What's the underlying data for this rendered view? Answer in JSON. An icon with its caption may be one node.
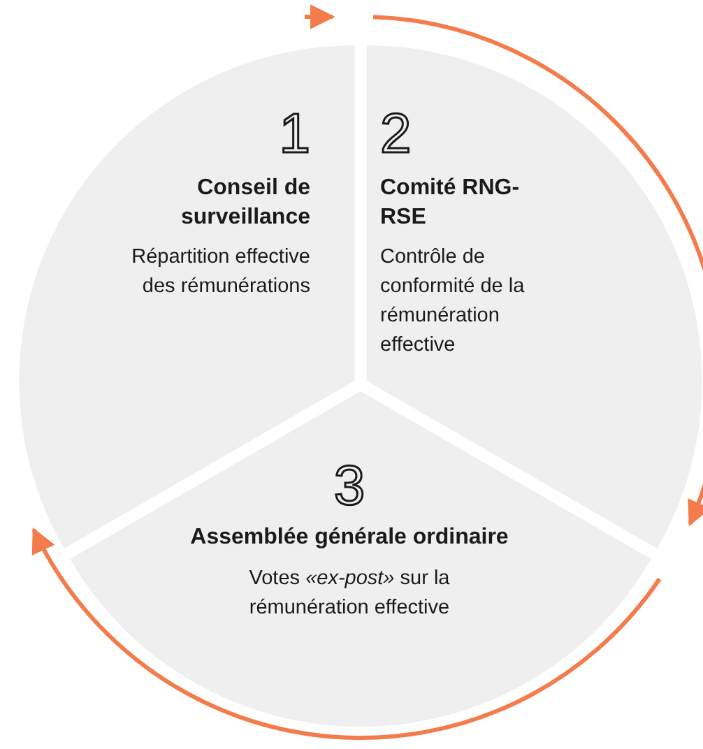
{
  "diagram": {
    "nodes": [
      {
        "text": [
          "1",
          "Conseil de surveillance",
          "Répartition effective des rémunérations"
        ]
      },
      {
        "text": [
          "2",
          "Comité RNG-RSE",
          "Contrôle de conformité de la rémunération effective"
        ]
      },
      {
        "text": [
          "3",
          "Assemblée générale ordinaire",
          "Votes *«ex-post»* sur la rémunération effective"
        ]
      }
    ]
  }
}
